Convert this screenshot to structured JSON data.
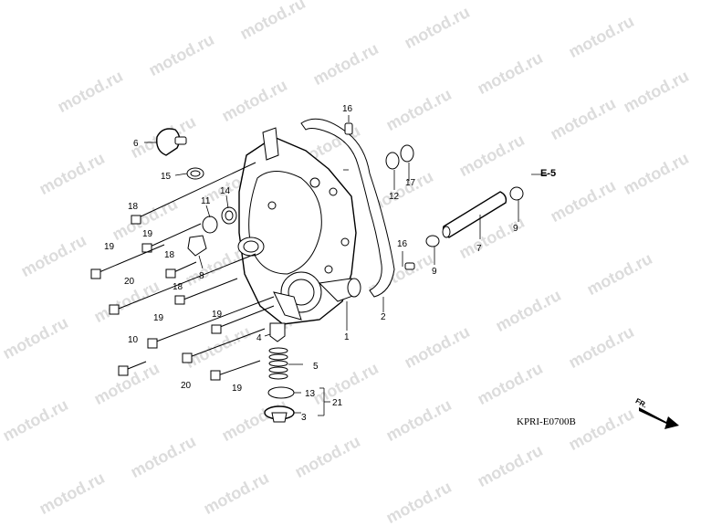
{
  "watermark": "motod.ru",
  "diagram_code": "KPRI-E0700B",
  "reference_label": "E-5",
  "direction_label": "FR.",
  "callouts": {
    "c1": "1",
    "c2": "2",
    "c3": "3",
    "c4": "4",
    "c5": "5",
    "c6": "6",
    "c7": "7",
    "c8": "8",
    "c9a": "9",
    "c9b": "9",
    "c10": "10",
    "c11": "11",
    "c12": "12",
    "c13": "13",
    "c14": "14",
    "c15": "15",
    "c16a": "16",
    "c16b": "16",
    "c17": "17",
    "c18a": "18",
    "c18b": "18",
    "c18c": "18",
    "c19a": "19",
    "c19b": "19",
    "c19c": "19",
    "c19d": "19",
    "c19e": "19",
    "c20a": "20",
    "c20b": "20",
    "c21": "21"
  },
  "icons": {
    "direction_arrow": "arrow-down-right-icon"
  }
}
